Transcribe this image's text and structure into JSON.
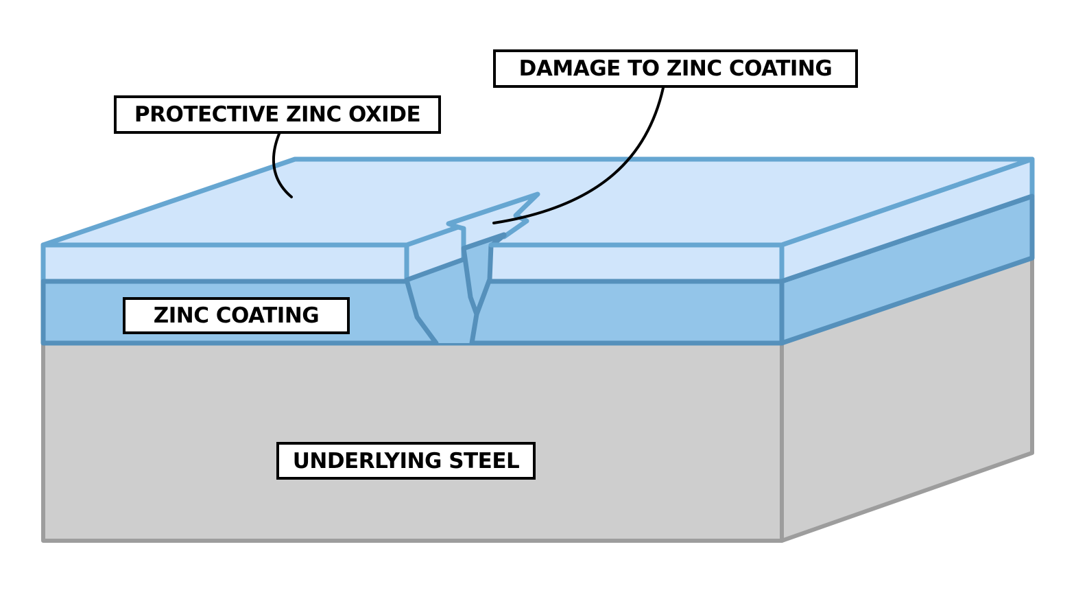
{
  "diagram": {
    "title": "Galvanised steel with damaged zinc coating",
    "labels": {
      "protective_zinc_oxide": "PROTECTIVE ZINC OXIDE",
      "damage_to_zinc_coating": "DAMAGE TO ZINC COATING",
      "zinc_coating": "ZINC COATING",
      "underlying_steel": "UNDERLYING STEEL"
    },
    "layers": [
      {
        "name": "Protective zinc oxide",
        "fill": "#d0e5fb",
        "stroke": "#66a6d1"
      },
      {
        "name": "Zinc coating",
        "fill": "#93c5e9",
        "stroke": "#5590bb"
      },
      {
        "name": "Underlying steel",
        "fill": "#cecece",
        "stroke": "#9d9d9d"
      }
    ],
    "leader_line_color": "#000000"
  }
}
